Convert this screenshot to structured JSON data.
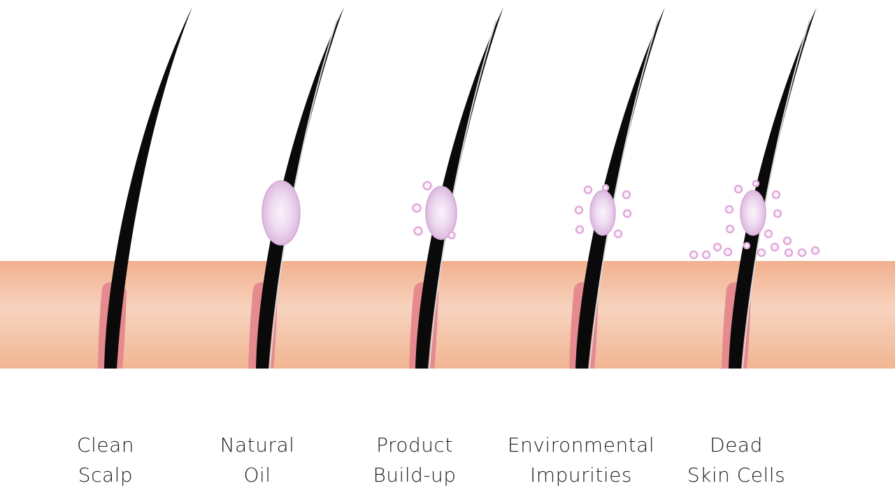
{
  "colors": {
    "background": "#ffffff",
    "skin_top": "#f3b08f",
    "skin_mid": "#f7d3bf",
    "skin_bottom": "#f1b592",
    "follicle": "#e58a8e",
    "hair": "#0a0a0a",
    "hair_highlight": "#d9d9d9",
    "residue_fill": "#e4c8e6",
    "residue_center": "#faf3fb",
    "residue_stroke": "#d4a7d6",
    "particle_stroke": "#e1a9dc",
    "text": "#1c1c1c"
  },
  "stages": [
    {
      "name": "clean-scalp",
      "label_line1": "Clean",
      "label_line2": "Scalp",
      "hair_icon": "hair-strand-icon",
      "residue_icon": "none",
      "particle_count": 0
    },
    {
      "name": "natural-oil",
      "label_line1": "Natural",
      "label_line2": "Oil",
      "hair_icon": "hair-strand-icon",
      "residue_icon": "oil-blob-icon",
      "particle_count": 0
    },
    {
      "name": "product-buildup",
      "label_line1": "Product",
      "label_line2": "Build-up",
      "hair_icon": "hair-strand-icon",
      "residue_icon": "product-blob-icon",
      "particle_count": 4
    },
    {
      "name": "environmental-impurities",
      "label_line1": "Environmental",
      "label_line2": "Impurities",
      "hair_icon": "hair-strand-icon",
      "residue_icon": "impurity-blob-icon",
      "particle_count": 7
    },
    {
      "name": "dead-skin-cells",
      "label_line1": "Dead",
      "label_line2": "Skin Cells",
      "hair_icon": "hair-strand-icon",
      "residue_icon": "skin-cell-blob-icon",
      "particle_count": 18
    }
  ]
}
